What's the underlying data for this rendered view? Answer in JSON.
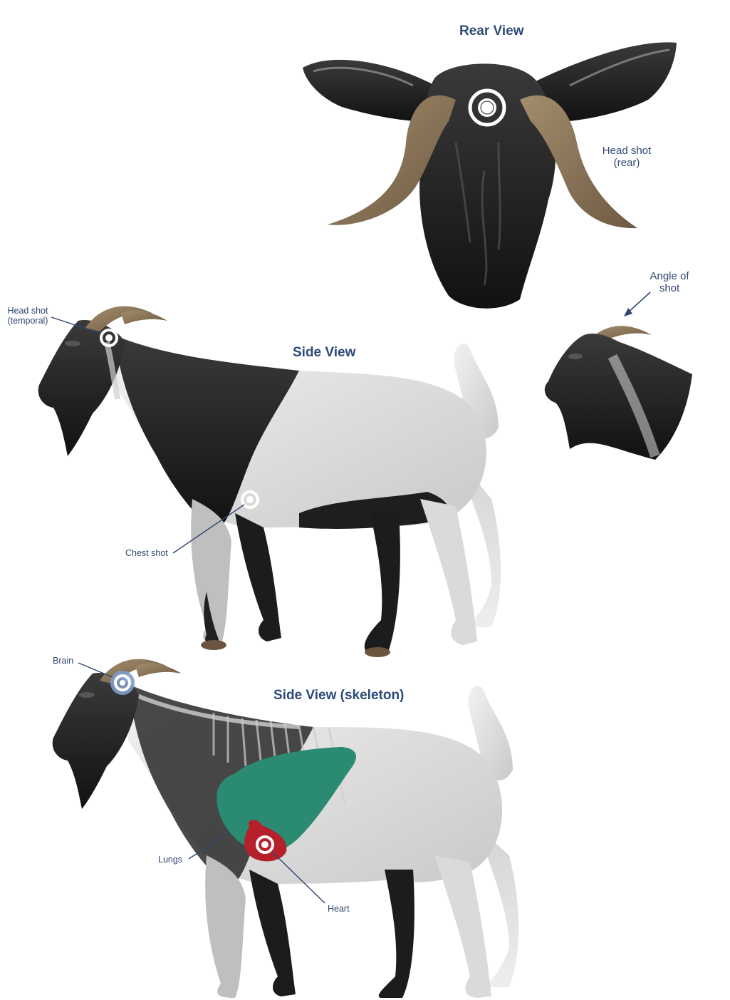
{
  "rear_view": {
    "title": "Rear View",
    "head_shot_line1": "Head shot",
    "head_shot_line2": "(rear)"
  },
  "angle": {
    "line1": "Angle of",
    "line2": "shot"
  },
  "side_view": {
    "title": "Side View",
    "head_shot_line1": "Head shot",
    "head_shot_line2": "(temporal)",
    "chest_shot": "Chest shot"
  },
  "skeleton_view": {
    "title": "Side View (skeleton)",
    "brain": "Brain",
    "lungs": "Lungs",
    "heart": "Heart"
  },
  "colors": {
    "label_text": "#2f4670",
    "lungs_fill": "#2a8a72",
    "heart_fill": "#b5202a",
    "brain_fill": "#7f9cc9",
    "fur_dark": "#1c1c1c",
    "fur_light": "#e6e6e6",
    "horn": "#8a7458"
  }
}
